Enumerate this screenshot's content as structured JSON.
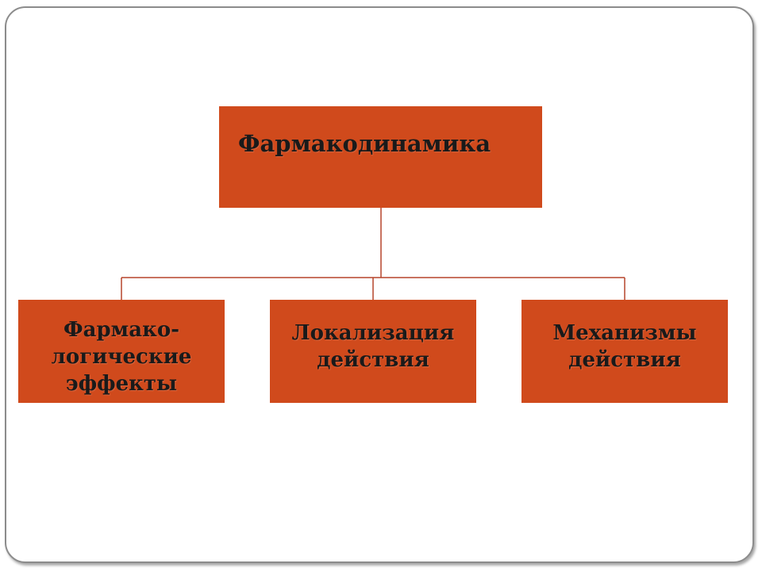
{
  "diagram": {
    "root": {
      "label": "Фармакодинамика"
    },
    "children": [
      {
        "label": "Фармако-\nлогические\nэффекты"
      },
      {
        "label": "Локализация\nдействия"
      },
      {
        "label": "Механизмы\nдействия"
      }
    ],
    "colors": {
      "box_fill": "#d04a1c",
      "connector": "#b5442a",
      "text": "#1a1a1a",
      "frame_border": "#8c8c8c"
    }
  }
}
